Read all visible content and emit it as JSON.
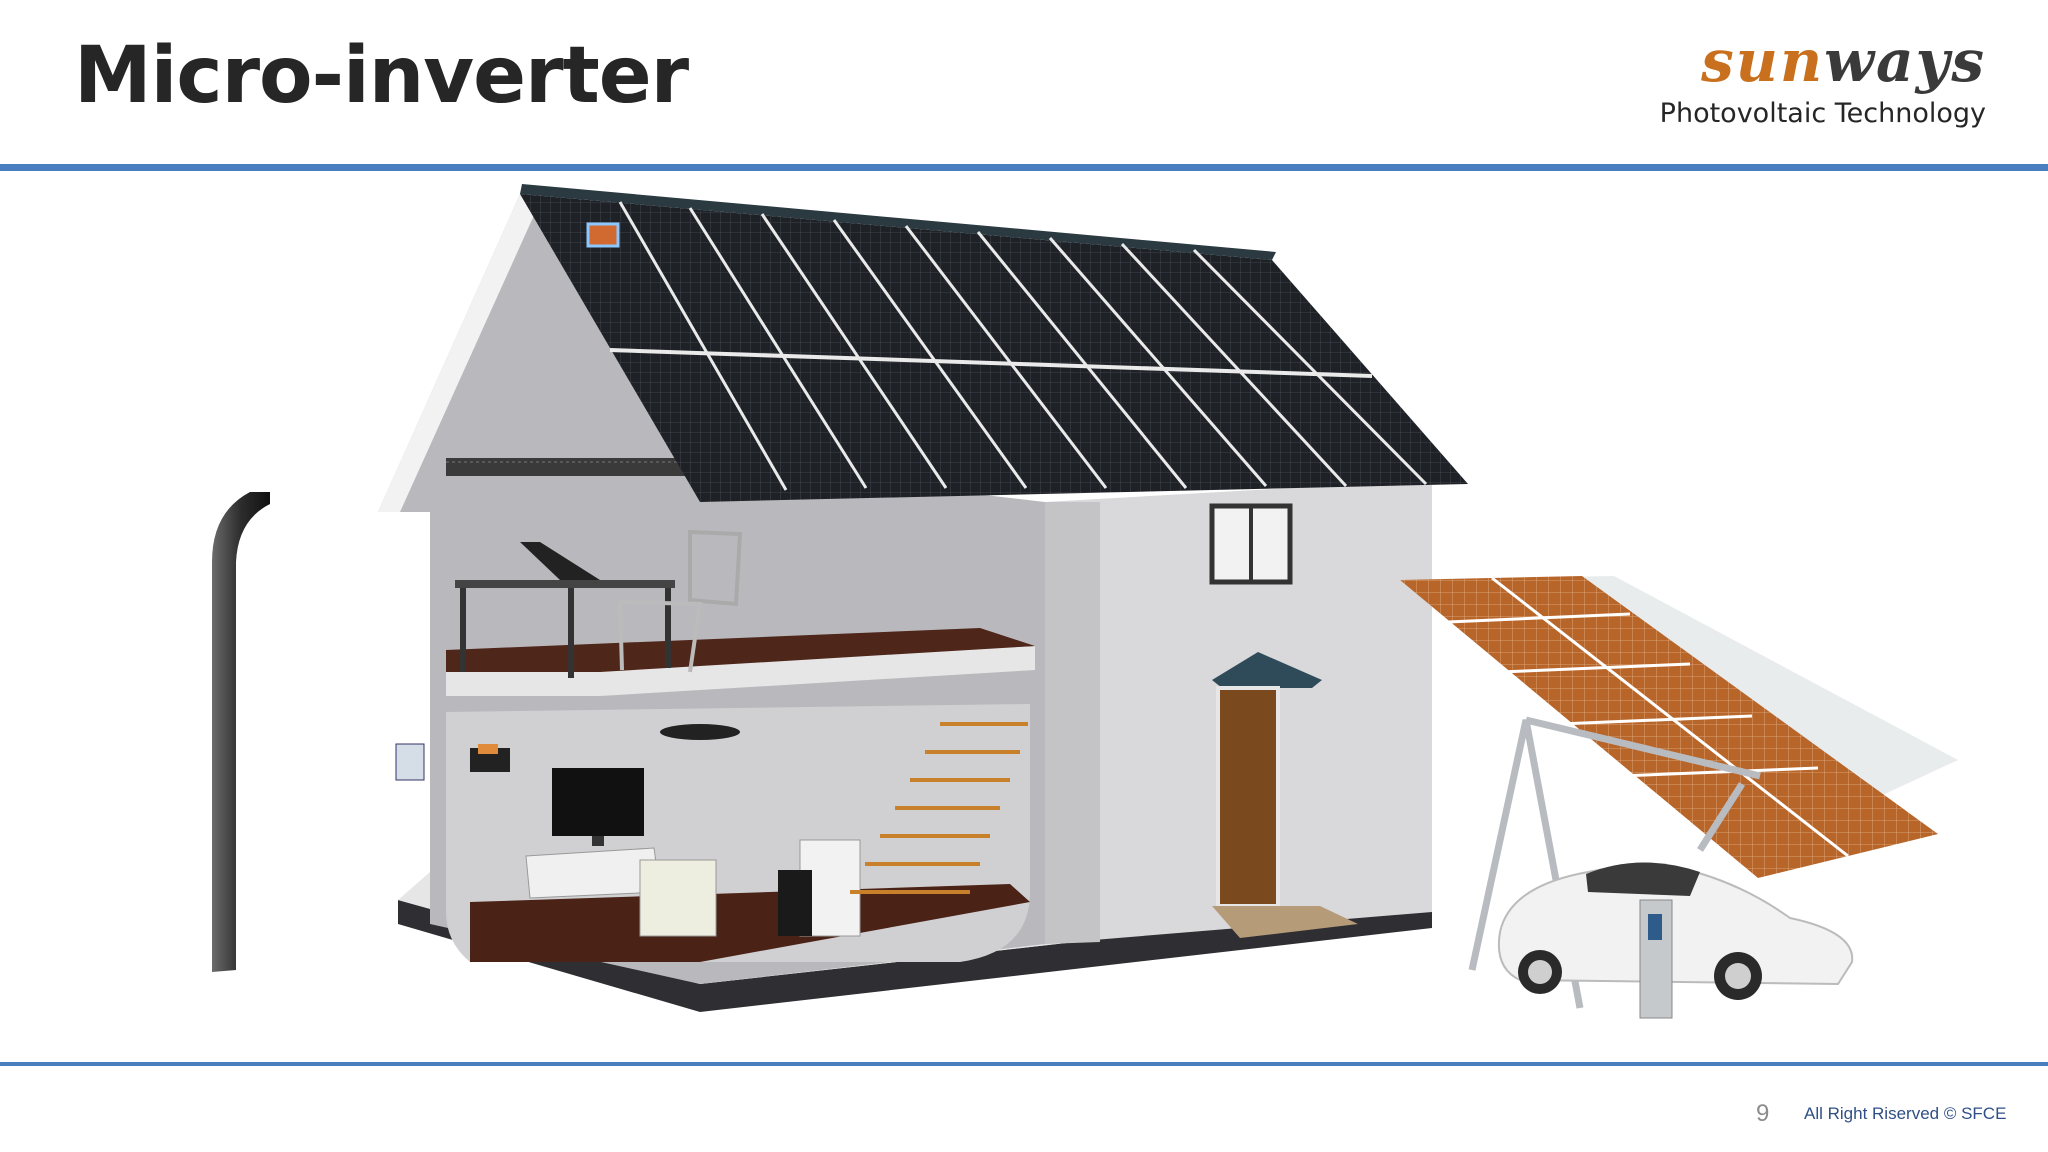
{
  "slide": {
    "title": "Micro-inverter",
    "page_number": "9"
  },
  "logo": {
    "brand_part1": "sun",
    "brand_part2": "ways",
    "tagline": "Photovoltaic Technology",
    "colors": {
      "sun": "#c9701e",
      "ways": "#3a3a3a"
    }
  },
  "footer": {
    "copyright": "All Right Riserved  © SFCE"
  },
  "theme": {
    "rule_color": "#4a7fbf",
    "panel_color": "#1e2126",
    "carport_panel_color": "#b8652a"
  },
  "illustration": {
    "icon": "house-with-solar-roof-and-carport-icon"
  }
}
